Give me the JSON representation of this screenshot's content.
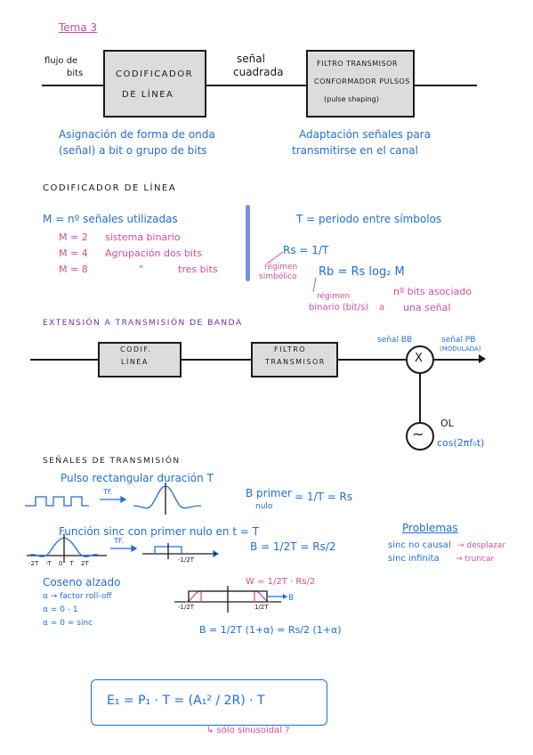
{
  "tema": "Tema 3",
  "diagram1": {
    "input_label_line1": "flujo de",
    "input_label_line2": "bits",
    "box1_line1": "CODIFICADOR",
    "box1_line2": "DE LÍNEA",
    "mid_label_line1": "señal",
    "mid_label_line2": "cuadrada",
    "box2_line1": "FILTRO TRANSMISOR",
    "box2_line2": "CONFORMADOR PULSOS",
    "box2_line3": "(pulse shaping)",
    "note_left_line1": "Asignación de forma de onda",
    "note_left_line2": "(señal) a bit o grupo de bits",
    "note_right_line1": "Adaptación señales para",
    "note_right_line2": "transmitirse en el canal"
  },
  "codificador": {
    "heading": "CODIFICADOR DE LÍNEA",
    "m_def": "M = nº señales utilizadas",
    "m2": "M = 2",
    "m2_desc": "sistema binario",
    "m4": "M = 4",
    "m4_desc": "Agrupación dos bits",
    "m8": "M = 8",
    "m8_quote": "\"",
    "m8_desc": "tres bits",
    "t_def": "T = periodo entre símbolos",
    "rs_formula": "Rs = 1/T",
    "rs_note_line1": "régimen",
    "rs_note_line2": "simbólico",
    "rb_formula": "Rb = Rs log₂ M",
    "rb_note_line1": "régimen",
    "rb_note_line2": "binario (bit/s)",
    "rb_note_a": "a",
    "bits_note_line1": "nº bits asociado",
    "bits_note_line2": "una señal"
  },
  "extension": {
    "heading": "EXTENSIÓN A TRANSMISIÓN DE BANDA",
    "box1_line1": "CODIF.",
    "box1_line2": "LÍNEA",
    "box2_line1": "FILTRO",
    "box2_line2": "TRANSMISOR",
    "label_bb": "señal BB",
    "label_pb": "señal PB",
    "label_modulada": "(MODULADA)",
    "mult_symbol": "X",
    "osc_symbol": "~",
    "ol_label": "OL",
    "cos_label": "cos(2πf₀t)"
  },
  "senales": {
    "heading": "SEÑALES DE TRANSMISIÓN",
    "pulso_title": "Pulso rectangular duración T",
    "tf1": "TF.",
    "b_pulso_line1": "B primer",
    "b_pulso_line2": "nulo",
    "b_pulso_eq": "= 1/T = Rs",
    "sinc_title": "Función sinc con primer nulo en t = T",
    "tf2": "TF.",
    "sinc_ticks": "-2T -T 0 T 2T",
    "sinc_freq_tick": "-1/2T",
    "b_sinc_eq": "B = 1/2T = Rs/2",
    "problemas": "Problemas",
    "prob1_a": "sinc no causal",
    "prob1_b": "→ desplazar",
    "prob2_a": "sinc infinita",
    "prob2_b": "→ truncar",
    "coseno_title": "Coseno alzado",
    "alpha_line1": "α → factor roll-off",
    "alpha_line2": "α = 0 - 1",
    "alpha_line3": "α = 0 = sinc",
    "w_label": "W = 1/2T · Rs/2",
    "b_label": "B",
    "tick_left": "-1/2T",
    "tick_right": "1/2T",
    "b_coseno_eq": "B = 1/2T (1+α) = Rs/2 (1+α)",
    "energy_formula": "E₁ = P₁ · T = (A₁² / 2R) · T",
    "energy_note": "↳ sólo sinusoidal ?"
  }
}
